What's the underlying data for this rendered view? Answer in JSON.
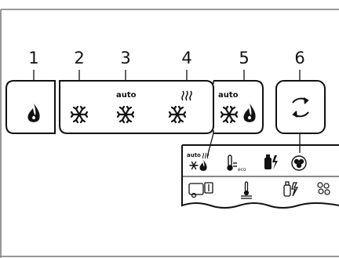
{
  "callouts": [
    {
      "number": "1",
      "description": "gas-heating"
    },
    {
      "number": "2",
      "description": "cooling"
    },
    {
      "number": "3",
      "description": "auto-cooling"
    },
    {
      "number": "4",
      "description": "electric-cooling"
    },
    {
      "number": "5",
      "description": "auto-gas-cooling"
    },
    {
      "number": "6",
      "description": "reset-cycle"
    }
  ],
  "labels": {
    "auto_3": "auto",
    "auto_5": "auto",
    "panel_auto": "auto",
    "panel_eco": "eco"
  },
  "colors": {
    "ink": "#111111",
    "frame": "#333333",
    "background": "#ffffff"
  }
}
